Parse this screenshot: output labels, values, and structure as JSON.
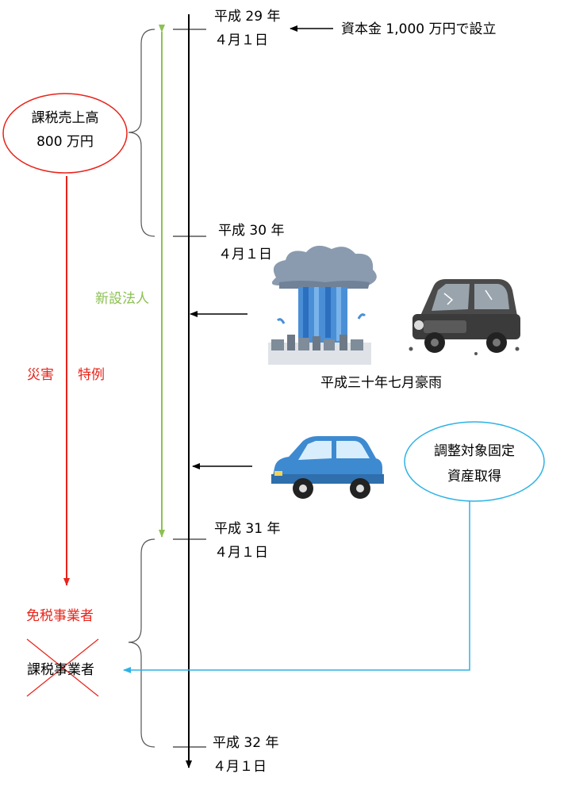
{
  "timeline": {
    "dates": [
      {
        "year": "平成 29 年",
        "day": "４月１日"
      },
      {
        "year": "平成 30 年",
        "day": "４月１日"
      },
      {
        "year": "平成 31 年",
        "day": "４月１日"
      },
      {
        "year": "平成 32 年",
        "day": "４月１日"
      }
    ]
  },
  "notes": {
    "establishment": "資本金 1,000 万円で設立",
    "disaster": "平成三十年七月豪雨",
    "new_corporation": "新設法人",
    "disaster_special_1": "災害",
    "disaster_special_2": "特例",
    "exempt": "免税事業者",
    "taxable": "課税事業者"
  },
  "bubbles": {
    "sales_line1": "課税売上高",
    "sales_line2": "800 万円",
    "asset_line1": "調整対象固定",
    "asset_line2": "資産取得"
  },
  "colors": {
    "red": "#e8231a",
    "green": "#8cc152",
    "blue": "#2eb2e6",
    "black": "#000000"
  },
  "illustrations": [
    "heavy-rain-icon",
    "damaged-car-icon",
    "blue-car-icon"
  ]
}
